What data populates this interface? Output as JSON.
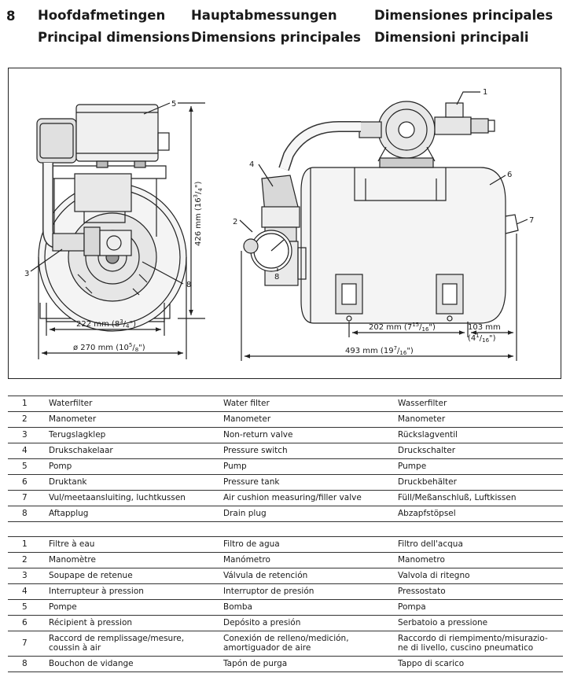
{
  "section_number": "8",
  "headings": {
    "col1": [
      "Hoofdafmetingen",
      "Principal dimensions"
    ],
    "col2": [
      "Hauptabmessungen",
      "Dimensions principales"
    ],
    "col3": [
      "Dimensiones principales",
      "Dimensioni principali"
    ]
  },
  "figure": {
    "dim_height": "426 mm (16",
    "dim_height_frac": "3",
    "dim_height_den": "4",
    "dim_height_end": "\")",
    "dim_222": "222 mm (8",
    "dim_222_frac": "3",
    "dim_222_den": "4",
    "dim_222_end": "\")",
    "dim_270": "ø 270 mm (10",
    "dim_270_frac": "5",
    "dim_270_den": "8",
    "dim_270_end": "\")",
    "dim_202": "202 mm (7",
    "dim_202_frac": "15",
    "dim_202_den": "16",
    "dim_202_end": "\")",
    "dim_103": "103 mm",
    "dim_103b": "(4",
    "dim_103_frac": "1",
    "dim_103_den": "16",
    "dim_103_end": "\")",
    "dim_493": "493 mm (19",
    "dim_493_frac": "7",
    "dim_493_den": "16",
    "dim_493_end": "\")",
    "callouts": [
      "1",
      "2",
      "3",
      "4",
      "5",
      "6",
      "7",
      "8"
    ]
  },
  "legend1": [
    {
      "n": "1",
      "a": "Waterfilter",
      "b": "Water filter",
      "c": "Wasserfilter"
    },
    {
      "n": "2",
      "a": "Manometer",
      "b": "Manometer",
      "c": "Manometer"
    },
    {
      "n": "3",
      "a": "Terugslagklep",
      "b": "Non-return valve",
      "c": "Rückslagventil"
    },
    {
      "n": "4",
      "a": "Drukschakelaar",
      "b": "Pressure switch",
      "c": "Druckschalter"
    },
    {
      "n": "5",
      "a": "Pomp",
      "b": "Pump",
      "c": "Pumpe"
    },
    {
      "n": "6",
      "a": "Druktank",
      "b": "Pressure tank",
      "c": "Druckbehälter"
    },
    {
      "n": "7",
      "a": "Vul/meetaansluiting, luchtkussen",
      "b": "Air cushion measuring/filler valve",
      "c": "Füll/Meßanschluß, Luftkissen"
    },
    {
      "n": "8",
      "a": "Aftapplug",
      "b": "Drain plug",
      "c": "Abzapfstöpsel"
    }
  ],
  "legend2": [
    {
      "n": "1",
      "a": "Filtre à eau",
      "b": "Filtro de agua",
      "c": "Filtro dell'acqua"
    },
    {
      "n": "2",
      "a": "Manomètre",
      "b": "Manómetro",
      "c": "Manometro"
    },
    {
      "n": "3",
      "a": "Soupape de retenue",
      "b": "Válvula de retención",
      "c": "Valvola di ritegno"
    },
    {
      "n": "4",
      "a": "Interrupteur à pression",
      "b": "Interruptor de presión",
      "c": "Pressostato"
    },
    {
      "n": "5",
      "a": "Pompe",
      "b": "Bomba",
      "c": "Pompa"
    },
    {
      "n": "6",
      "a": "Récipient à pression",
      "b": "Depósito a presión",
      "c": "Serbatoio a pressione"
    },
    {
      "n": "7",
      "a1": "Raccord de remplissage/mesure,",
      "a2": "coussin à air",
      "b1": "Conexión de relleno/medición,",
      "b2": "amortiguador de aire",
      "c1": "Raccordo di riempimento/misurazio-",
      "c2": "ne di livello, cuscino pneumatico"
    },
    {
      "n": "8",
      "a": "Bouchon de vidange",
      "b": "Tapón de purga",
      "c": "Tappo di scarico"
    }
  ]
}
